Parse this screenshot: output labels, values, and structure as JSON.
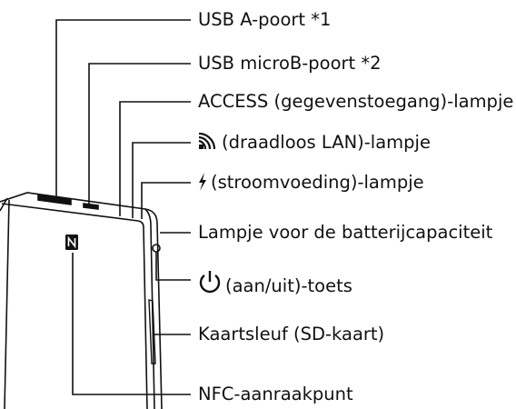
{
  "labels": {
    "usb_a": "USB A-poort *1",
    "usb_micro": "USB microB-poort *2",
    "access_lamp": "ACCESS (gegevenstoegang)-lampje",
    "wlan_lamp": "(draadloos LAN)-lampje",
    "power_lamp": "(stroomvoeding)-lampje",
    "battery_lamp": "Lampje voor de batterijcapaciteit",
    "power_button": "(aan/uit)-toets",
    "card_slot": "Kaartsleuf (SD-kaart)",
    "nfc_point": "NFC-aanraakpunt"
  },
  "icons": {
    "wlan": "wireless-lan-icon",
    "power_supply": "lightning-bolt-icon",
    "power_button": "power-symbol-icon",
    "nfc": "nfc-logo-icon"
  }
}
